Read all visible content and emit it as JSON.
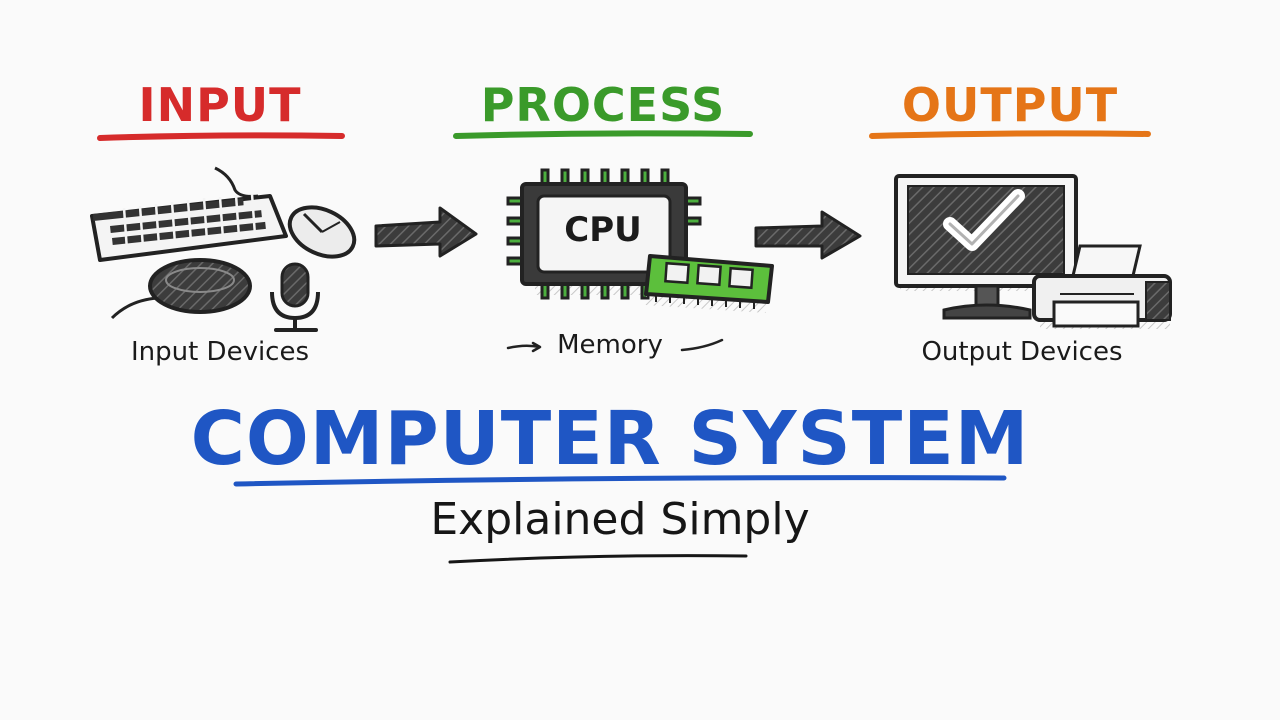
{
  "diagram": {
    "stages": [
      {
        "label": "INPUT",
        "caption": "Input Devices",
        "color": "#d62b2b"
      },
      {
        "label": "PROCESS",
        "caption": "Memory",
        "color": "#3a9a2a"
      },
      {
        "label": "OUTPUT",
        "caption": "Output Devices",
        "color": "#e57517"
      }
    ],
    "cpu_label": "CPU",
    "title": "COMPUTER SYSTEM",
    "title_color": "#1f56c4",
    "subtitle": "Explained Simply",
    "icons": {
      "input": [
        "keyboard-icon",
        "mouse-icon",
        "microphone-icon"
      ],
      "process": [
        "cpu-chip-icon",
        "memory-stick-icon"
      ],
      "output": [
        "monitor-checkmark-icon",
        "printer-icon"
      ]
    }
  }
}
